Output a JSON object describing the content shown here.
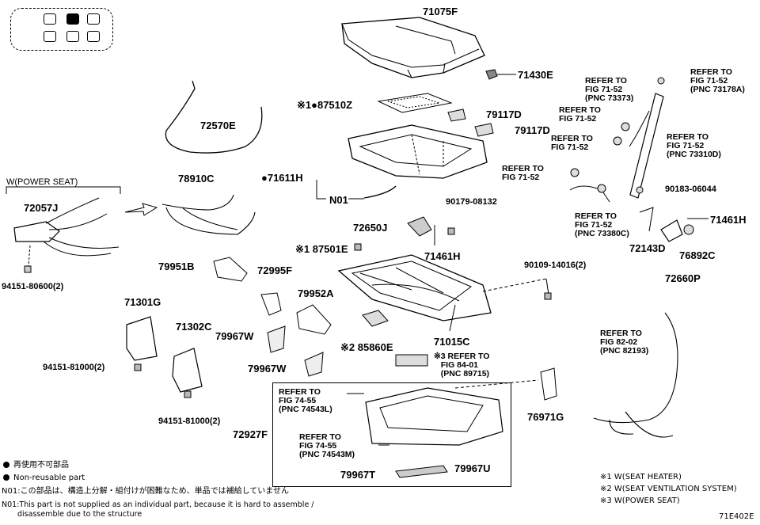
{
  "labels": {
    "p71075F": "71075F",
    "p71430E": "71430E",
    "p87510Z": "※1●87510Z",
    "p79117D_a": "79117D",
    "p79117D_b": "79117D",
    "p72570E": "72570E",
    "p71611H": "●71611H",
    "p78910C": "78910C",
    "p72057J": "72057J",
    "powerseat": "W(POWER SEAT)",
    "N01": "N01",
    "p90179": "90179-08132",
    "p72650J": "72650J",
    "p87501E": "※1 87501E",
    "p71461H_a": "71461H",
    "p71461H_b": "71461H",
    "p90109": "90109-14016(2)",
    "p94151_80600": "94151-80600(2)",
    "p79951B": "79951B",
    "p72995F": "72995F",
    "p79952A": "79952A",
    "p71301G": "71301G",
    "p71302C": "71302C",
    "p79967W_a": "79967W",
    "p79967W_b": "79967W",
    "p85860E": "※2 85860E",
    "p71015C": "71015C",
    "p94151_81000_a": "94151-81000(2)",
    "p94151_81000_b": "94151-81000(2)",
    "p72927F": "72927F",
    "p76971G": "76971G",
    "p79967T": "79967T",
    "p79967U": "79967U",
    "p90183": "90183-06044",
    "p72143D": "72143D",
    "p76892C": "76892C",
    "p72660P": "72660P",
    "fig_code": "71E402E"
  },
  "refers": {
    "r1": "REFER TO\nFIG 71-52\n(PNC 73373)",
    "r2": "REFER TO\nFIG 71-52",
    "r3": "REFER TO\nFIG 71-52",
    "r4": "REFER TO\nFIG 71-52\n(PNC 73178A)",
    "r5": "REFER TO\nFIG 71-52\n(PNC 73310D)",
    "r6": "REFER TO\nFIG 71-52",
    "r7": "REFER TO\nFIG 71-52\n(PNC 73380C)",
    "r8": "※3 REFER TO\n   FIG 84-01\n   (PNC 89715)",
    "r9": "REFER TO\nFIG 74-55\n(PNC 74543L)",
    "r10": "REFER TO\nFIG 74-55\n(PNC 74543M)",
    "r11": "REFER TO\nFIG 82-02\n(PNC 82193)"
  },
  "legend": {
    "jp_nonreuse": "再使用不可部品",
    "en_nonreuse": "Non-reusable part",
    "jp_n01": "N01:この部品は、構造上分解・組付けが困難なため、単品では補給していません",
    "en_n01_1": "N01:This part is not supplied as an individual part, because it is hard to assemble /",
    "en_n01_2": "disassemble due to the structure",
    "note1": "※1 W(SEAT HEATER)",
    "note2": "※2 W(SEAT VENTILATION  SYSTEM)",
    "note3": "※3 W(POWER SEAT)"
  },
  "colors": {
    "ink": "#000000",
    "paper": "#ffffff",
    "shade": "#e8e8e8"
  }
}
